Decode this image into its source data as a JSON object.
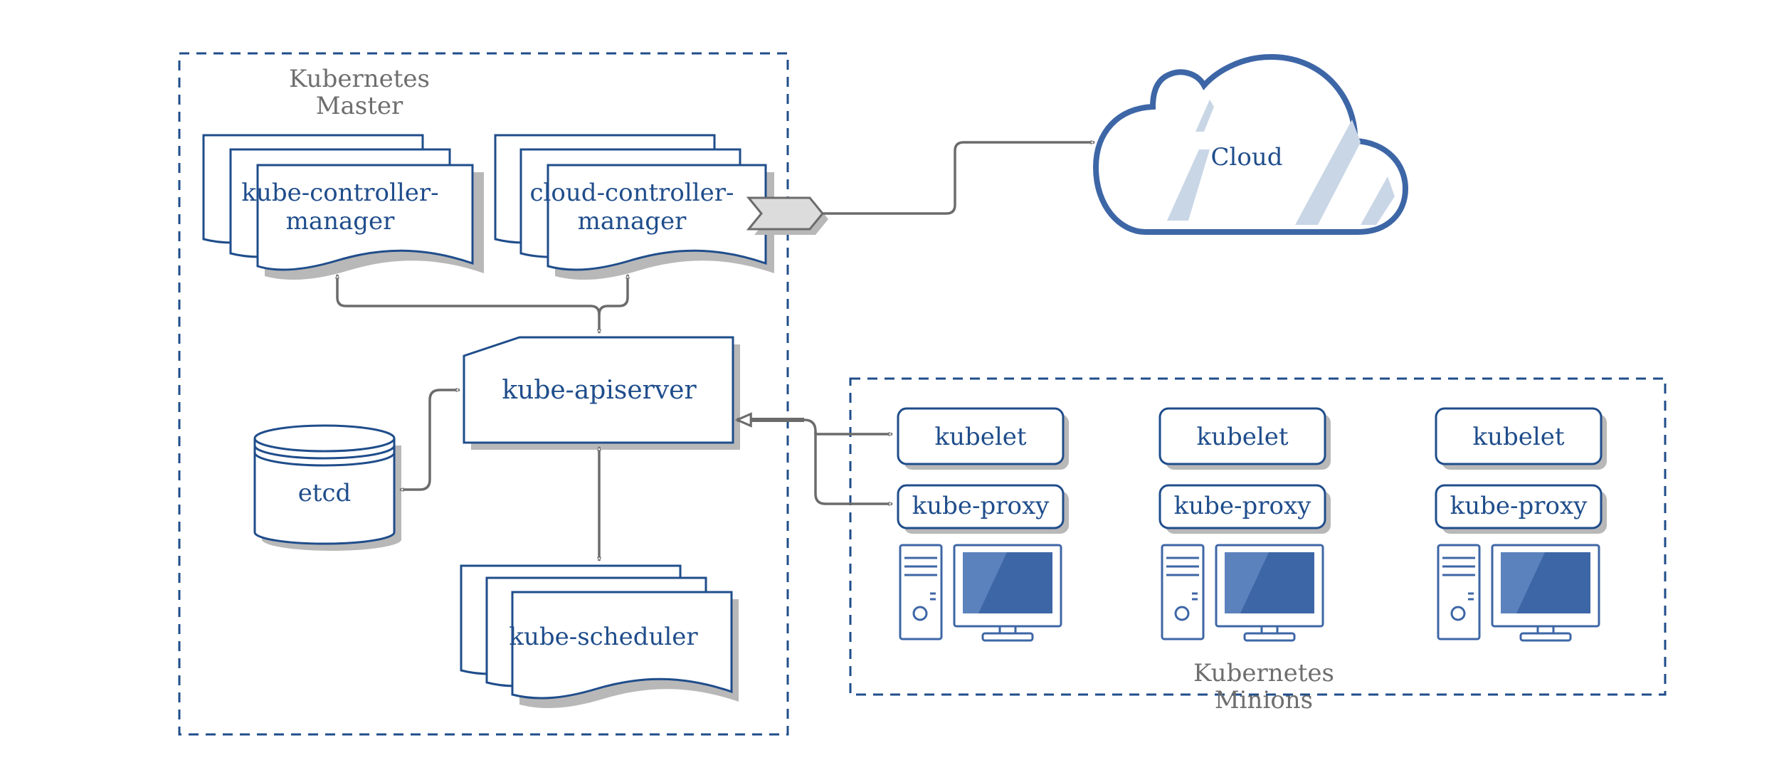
{
  "master": {
    "title_line1": "Kubernetes",
    "title_line2": "Master"
  },
  "minions": {
    "title_line1": "Kubernetes",
    "title_line2": "Minions"
  },
  "components": {
    "controller_manager": {
      "line1": "kube-controller-",
      "line2": "manager"
    },
    "cloud_controller_manager": {
      "line1": "cloud-controller-",
      "line2": "manager"
    },
    "apiserver": "kube-apiserver",
    "etcd": "etcd",
    "scheduler": "kube-scheduler",
    "cloud": "Cloud"
  },
  "nodes": [
    {
      "kubelet": "kubelet",
      "proxy": "kube-proxy"
    },
    {
      "kubelet": "kubelet",
      "proxy": "kube-proxy"
    },
    {
      "kubelet": "kubelet",
      "proxy": "kube-proxy"
    }
  ],
  "icons": [
    "computer-icon",
    "cloud-icon",
    "database-icon"
  ],
  "colors": {
    "primary": "#1f4d8b",
    "connector": "#6b6b6b",
    "monitor": "#3d66a6",
    "shadow": "#b8b8b8"
  }
}
